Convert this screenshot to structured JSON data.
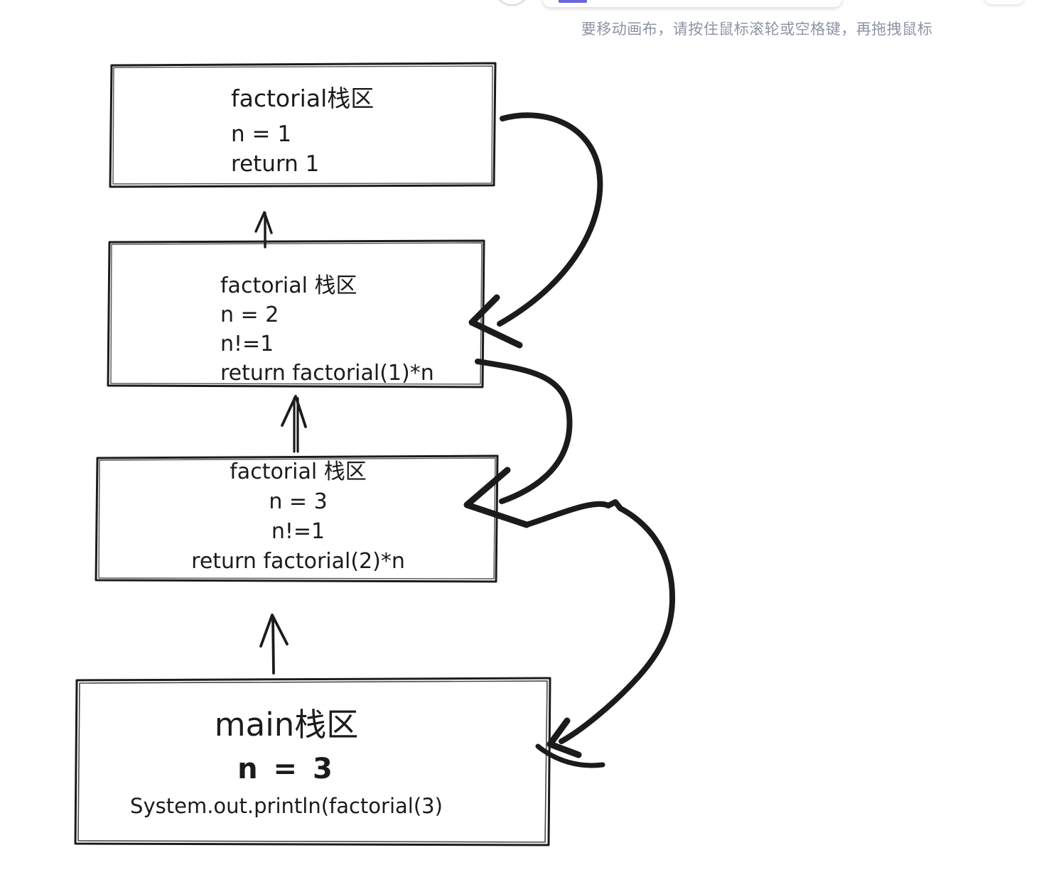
{
  "app": {
    "canvas_hint": "要移动画布，请按住鼠标滚轮或空格键，再拖拽鼠标"
  },
  "colors": {
    "accent": "#6965db",
    "ink": "#1b1b1b",
    "hint_text": "#8d93a2"
  },
  "diagram": {
    "description": "recursive factorial call-stack frames",
    "frames": [
      {
        "id": "factorial-n1",
        "lines": [
          "factorial栈区",
          "n = 1",
          "return 1"
        ]
      },
      {
        "id": "factorial-n2",
        "lines": [
          "factorial 栈区",
          "n = 2",
          "n!=1",
          "return factorial(1)*n"
        ]
      },
      {
        "id": "factorial-n3",
        "lines": [
          "factorial 栈区",
          "n = 3",
          "n!=1",
          "return factorial(2)*n"
        ]
      },
      {
        "id": "main",
        "lines": [
          "main栈区",
          "n = 3",
          "System.out.println(factorial(3)"
        ]
      }
    ]
  }
}
